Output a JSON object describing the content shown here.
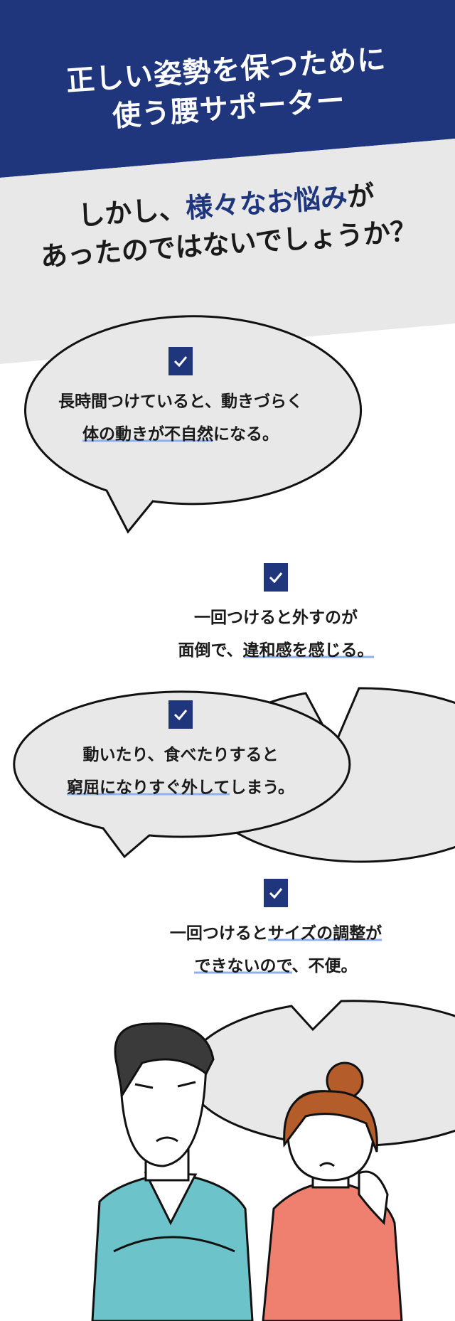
{
  "header": {
    "title_line1": "正しい姿勢を保つために",
    "title_line2": "使う腰サポーター"
  },
  "subheading": {
    "pre": "しかし、",
    "highlight": "様々なお悩み",
    "post": "が",
    "line2": "あったのではないでしょうか？"
  },
  "colors": {
    "navy": "#1f367d",
    "gray": "#e8e8e8",
    "underline": "#8fb0ef"
  },
  "worries": [
    {
      "line1": "長時間つけていると、動きづらく",
      "l2_mark": "体の動きが不自然",
      "l2_rest": "になる。"
    },
    {
      "line1": "一回つけると外すのが",
      "l2_pre": "面倒で、",
      "l2_mark": "違和感を感じる。"
    },
    {
      "line1": "動いたり、食べたりすると",
      "l2_mark": "窮屈になりすぐ外して",
      "l2_rest": "しまう。"
    },
    {
      "l1_pre": "一回つけると",
      "l1_mark": "サイズの調整が",
      "l2_mark": "できないので",
      "l2_rest": "、不便。"
    }
  ]
}
